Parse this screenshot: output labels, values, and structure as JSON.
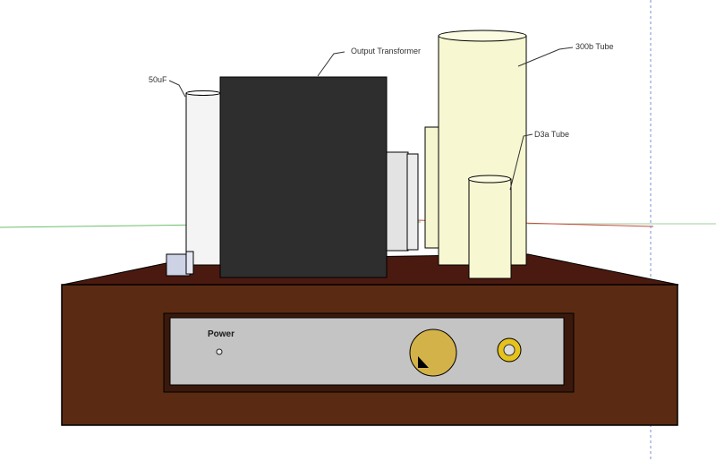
{
  "annotations": {
    "capacitor": "50uF",
    "output_transformer": "Output Transformer",
    "tube_300b": "300b Tube",
    "tube_d3a": "D3a Tube"
  },
  "front_panel": {
    "power_label": "Power"
  },
  "colors": {
    "chassis_wood": "#5a2b12",
    "chassis_top": "#4a1a10",
    "panel": "#c4c4c4",
    "transformer": "#2e2e2e",
    "tube": "#f7f7d2",
    "knob": "#d4b24a",
    "jack": "#e5c21c",
    "axis_green": "#6bbf6b",
    "axis_red": "#c84a3a",
    "axis_blue": "#7a8fd8"
  },
  "icons": {
    "volume_knob": "volume-knob-icon",
    "power_led": "power-led-icon",
    "input_jack": "input-jack-icon"
  }
}
